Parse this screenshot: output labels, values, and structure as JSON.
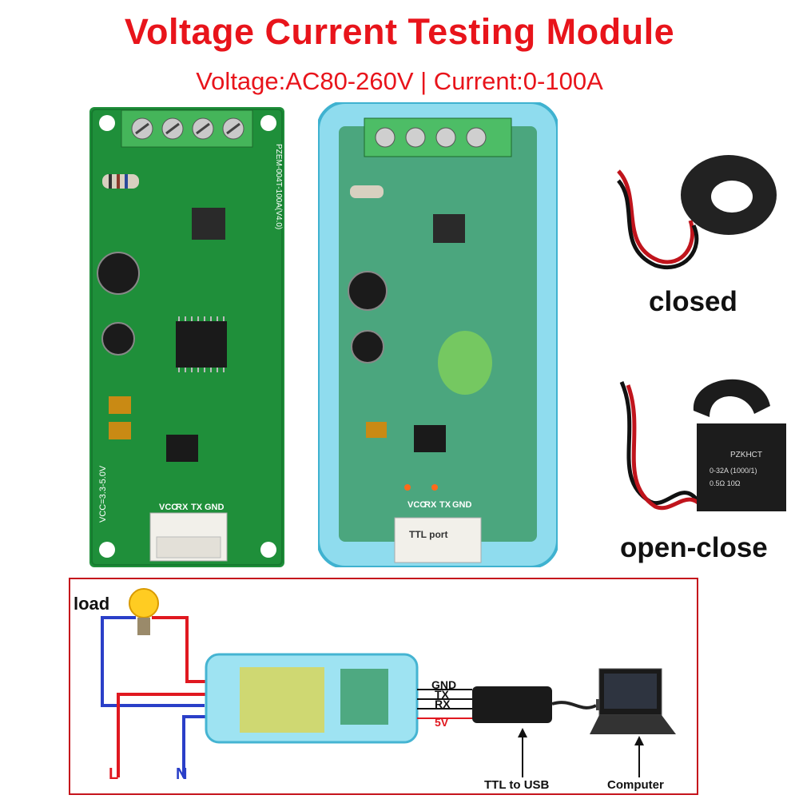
{
  "header": {
    "title": "Voltage Current Testing Module",
    "subtitle": "Voltage:AC80-260V | Current:0-100A"
  },
  "board_bare": {
    "model": "PZEM-004T-100A(V4.0)",
    "vcc_label": "VCC=3.3-5.0V",
    "pins": [
      "VCC",
      "RX",
      "TX",
      "GND"
    ]
  },
  "board_cased": {
    "pins": [
      "VCC",
      "RX",
      "TX",
      "GND"
    ],
    "port_label": "TTL port"
  },
  "ct_closed": {
    "label": "closed"
  },
  "ct_split": {
    "label": "open-close",
    "brand": "PZKHCT",
    "spec1": "0-32A (1000/1)",
    "spec2": "0.5Ω 10Ω"
  },
  "diagram": {
    "load_label": "load",
    "line_label": "L",
    "neutral_label": "N",
    "signals": [
      "GND",
      "TX",
      "RX",
      "5V"
    ],
    "ttl_usb_label": "TTL to USB",
    "computer_label": "Computer"
  }
}
